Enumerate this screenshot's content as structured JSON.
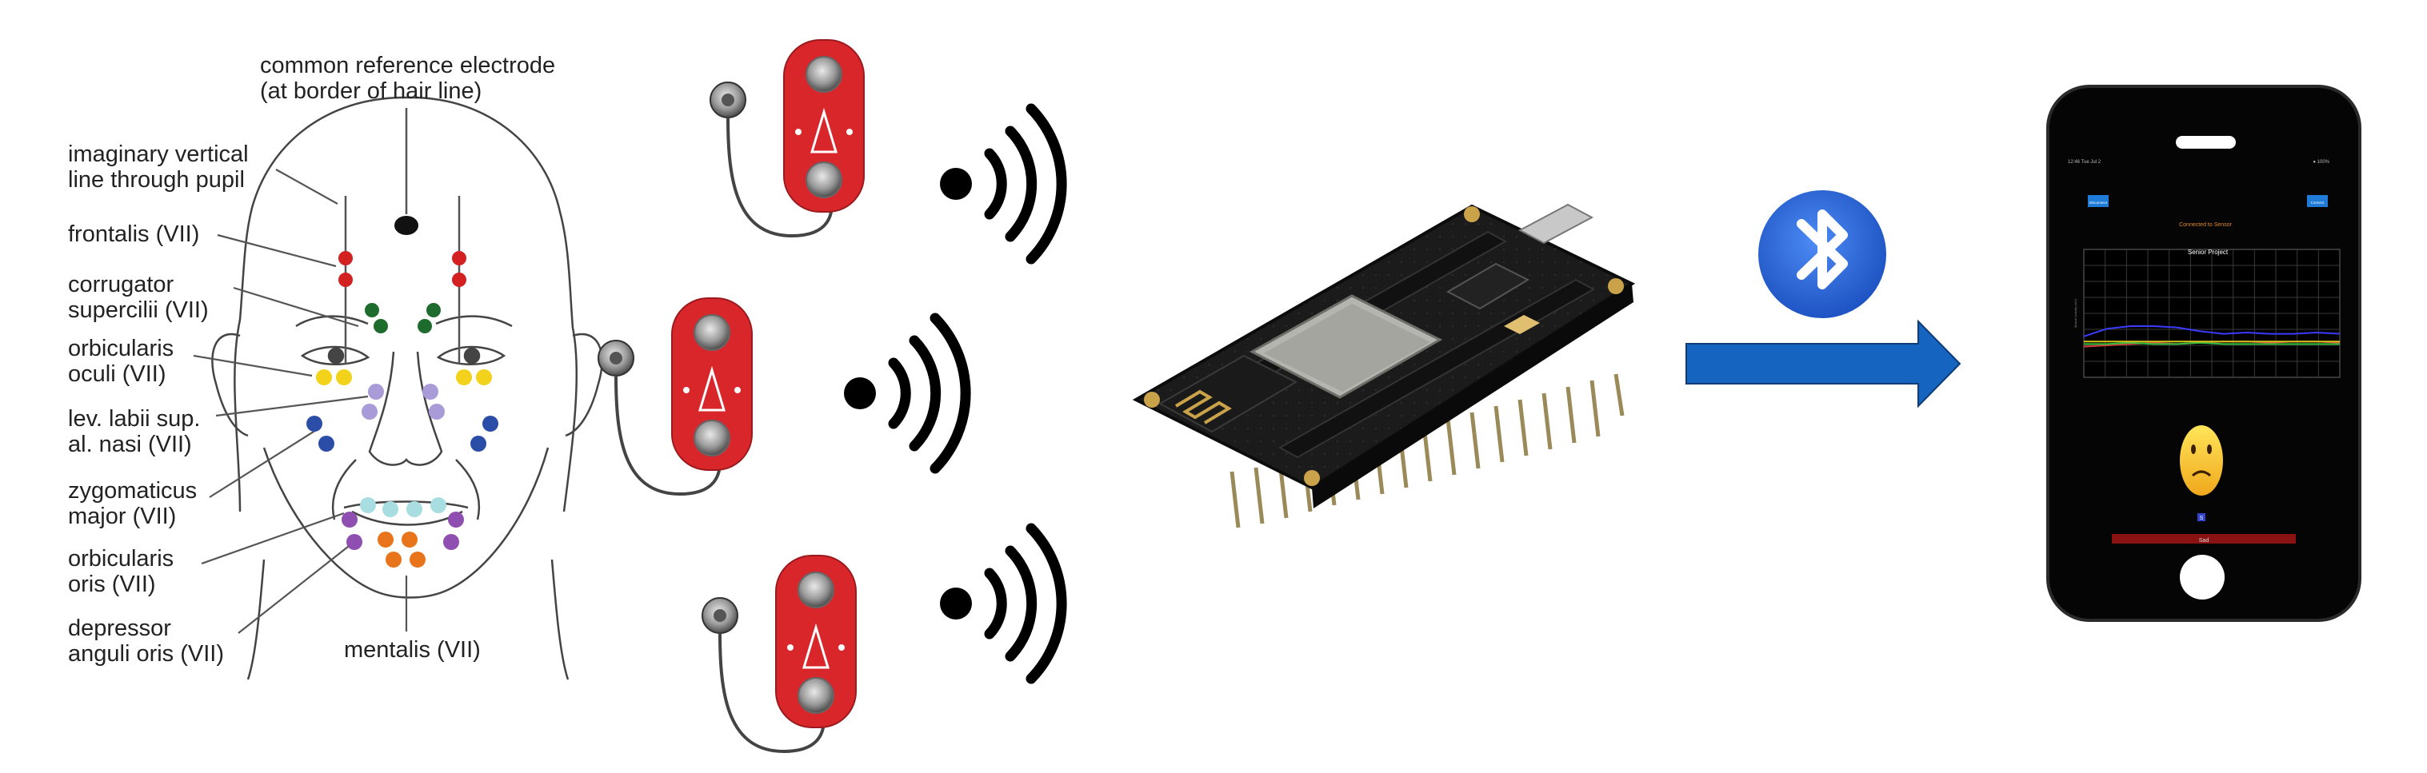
{
  "face_diagram": {
    "labels": {
      "reference": [
        "common reference electrode",
        "(at border of hair line)"
      ],
      "pupil_line": [
        "imaginary vertical",
        "line through pupil"
      ],
      "frontalis": [
        "frontalis (VII)"
      ],
      "corrugator": [
        "corrugator",
        "supercilii (VII)"
      ],
      "orbicularis_oculi": [
        "orbicularis",
        "oculi (VII)"
      ],
      "levator": [
        "lev. labii sup.",
        "al. nasi (VII)"
      ],
      "zygomaticus": [
        "zygomaticus",
        "major (VII)"
      ],
      "orbicularis_oris": [
        "orbicularis",
        "oris (VII)"
      ],
      "depressor": [
        "depressor",
        "anguli oris (VII)"
      ],
      "mentalis": [
        "mentalis (VII)"
      ]
    },
    "electrode_colors": {
      "frontalis": "#d32020",
      "corrugator": "#1e6b2e",
      "orbicularis_oculi": "#f2d21b",
      "levator": "#a99ad8",
      "zygomaticus": "#2b4da8",
      "orbicularis_oris_upper": "#a8dde2",
      "orbicularis_oris_lower": "#8e4fb0",
      "mentalis": "#e8741c",
      "reference": "#111111"
    }
  },
  "sensors": {
    "count": 3,
    "board_color": "#d9262b",
    "icon": "emg-sensor-board"
  },
  "wireless": {
    "icon": "wireless-signal-icon"
  },
  "microcontroller": {
    "icon": "nodemcu-esp8266-board"
  },
  "bluetooth": {
    "icon": "bluetooth-icon",
    "color": "#1f5ed1"
  },
  "arrow": {
    "color": "#1565c0"
  },
  "phone": {
    "status_left": "12:46  Tue Jul 2",
    "status_right": "● 100%",
    "left_button": "Disconnect",
    "right_button": "Connect",
    "connection_status": "Connected to Sensor",
    "chart_title": "Senior Project",
    "chart_ylabel": "Muscle Activity (mV)",
    "emotion_icon": "sad-face-icon",
    "emotion_value": "S",
    "bottom_bar_label": "Sad",
    "series_colors": [
      "#3b3bff",
      "#d93a3a",
      "#2fbf3f",
      "#d9c21a"
    ]
  }
}
